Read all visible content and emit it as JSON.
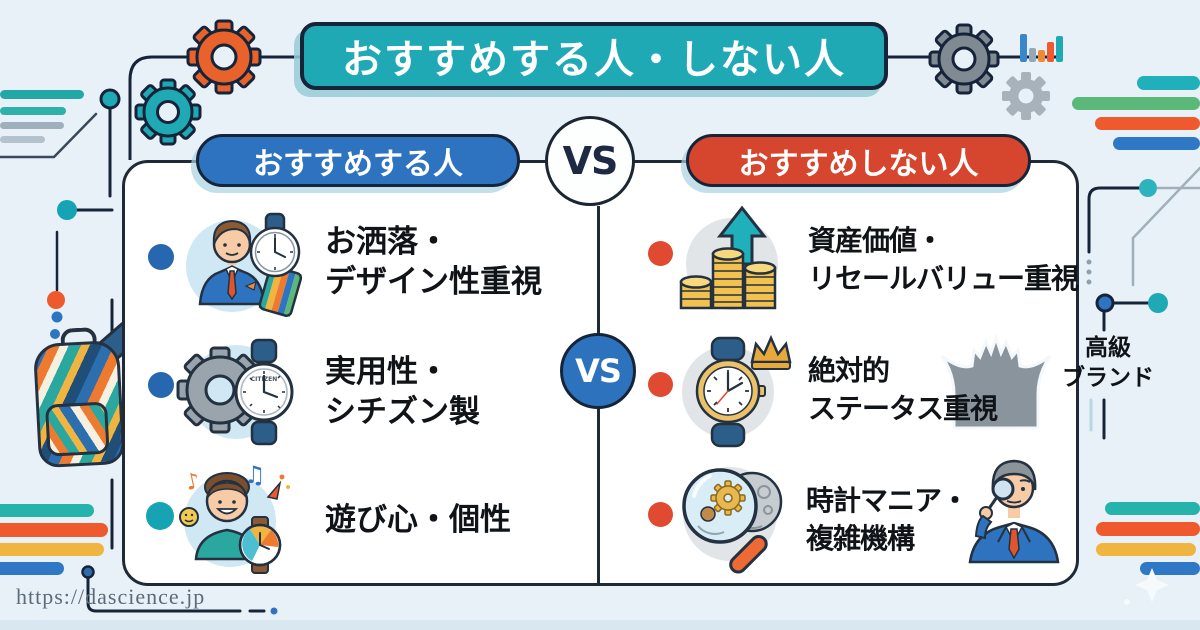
{
  "page": {
    "background": "#e9f1f8"
  },
  "banner": {
    "title": "おすすめする人・しない人"
  },
  "vs": {
    "top": "VS",
    "middle": "VS"
  },
  "columns": {
    "left": {
      "header": "おすすめする人",
      "items": [
        {
          "icon": "stylish-man-watch-icon",
          "lines": [
            "お洒落・",
            "デザイン性重視"
          ]
        },
        {
          "icon": "gear-citizen-watch-icon",
          "lines": [
            "実用性・",
            "シチズン製"
          ],
          "watch_brand": "CITIZEN"
        },
        {
          "icon": "playful-person-watch-icon",
          "lines": [
            "遊び心・個性"
          ]
        }
      ]
    },
    "right": {
      "header": "おすすめしない人",
      "items": [
        {
          "icon": "rising-coins-icon",
          "lines": [
            "資産価値・",
            "リセールバリュー重視"
          ]
        },
        {
          "icon": "luxury-crown-watch-icon",
          "lines": [
            "絶対的",
            "ステータス重視"
          ]
        },
        {
          "icon": "loupe-mechanism-icon",
          "lines": [
            "時計マニア・",
            "複雑機構"
          ]
        }
      ]
    }
  },
  "side_label": {
    "lines": [
      "高級",
      "ブランド"
    ]
  },
  "footer": {
    "url": "https://dascience.jp"
  },
  "icons": {
    "music_notes": [
      "♪",
      "♫"
    ]
  },
  "colors": {
    "banner_teal": "#1fa9b5",
    "left_blue": "#2e73bf",
    "right_red": "#d6452e",
    "vs_blue": "#2d72bc",
    "bullet_blue": "#2767b0",
    "bullet_teal": "#16a3b4",
    "bullet_red": "#e04a30",
    "outline_navy": "#16243a",
    "deco_orange": "#ee5a2e",
    "deco_yellow": "#f0b440",
    "deco_green": "#5cb878",
    "deco_teal": "#26b3ab"
  }
}
